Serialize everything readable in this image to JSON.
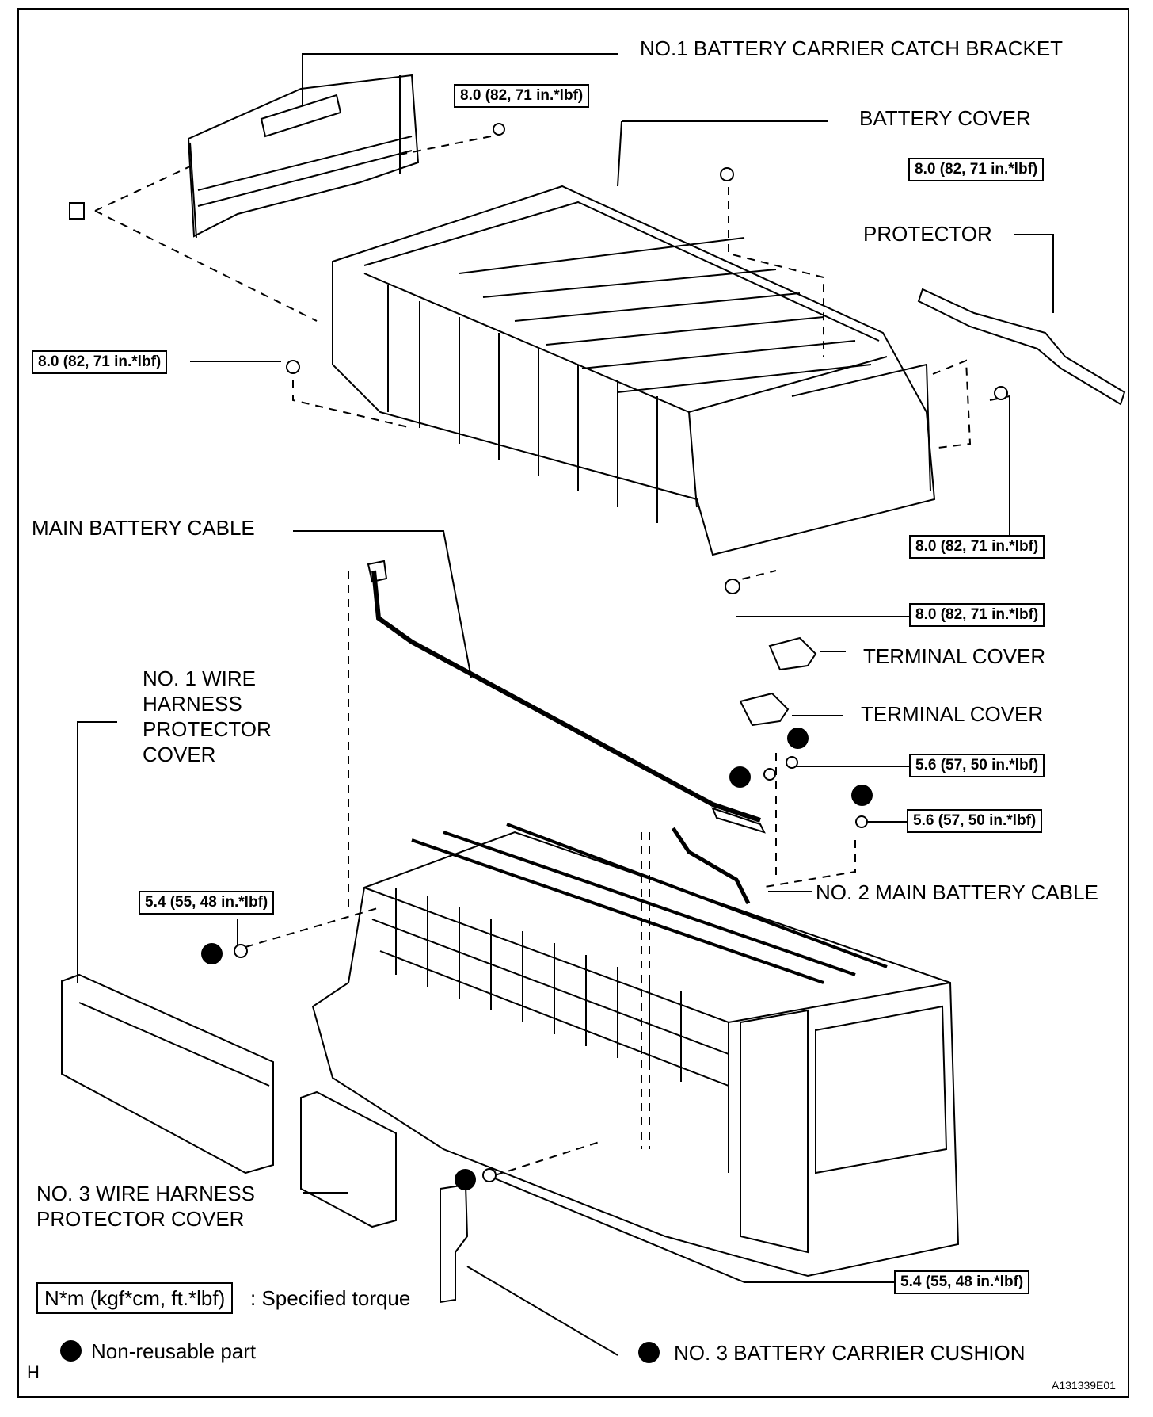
{
  "labels": {
    "battery_carrier_catch_bracket": "NO.1 BATTERY CARRIER CATCH BRACKET",
    "battery_cover": "BATTERY COVER",
    "protector": "PROTECTOR",
    "main_battery_cable": "MAIN BATTERY CABLE",
    "terminal_cover_1": "TERMINAL COVER",
    "terminal_cover_2": "TERMINAL COVER",
    "no1_wire_harness_protector_cover": "NO. 1 WIRE\nHARNESS\nPROTECTOR\nCOVER",
    "no2_main_battery_cable": "NO. 2 MAIN BATTERY CABLE",
    "no3_wire_harness_protector_cover": "NO. 3 WIRE HARNESS\nPROTECTOR COVER",
    "no3_battery_carrier_cushion": "NO. 3 BATTERY CARRIER CUSHION"
  },
  "torques": {
    "t_bracket_bolt": "8.0 (82, 71 in.*lbf)",
    "t_cover_top_right": "8.0 (82, 71 in.*lbf)",
    "t_cover_left": "8.0 (82, 71 in.*lbf)",
    "t_cover_right_lower": "8.0 (82, 71 in.*lbf)",
    "t_cover_front": "8.0 (82, 71 in.*lbf)",
    "t_terminal_nut_1": "5.6 (57, 50 in.*lbf)",
    "t_terminal_nut_2": "5.6 (57, 50 in.*lbf)",
    "t_cable_nut_left": "5.4 (55, 48 in.*lbf)",
    "t_cable_nut_bottom": "5.4 (55, 48 in.*lbf)"
  },
  "legend": {
    "torque_unit": "N*m (kgf*cm, ft.*lbf)",
    "torque_text": ": Specified torque",
    "nonreusable_text": "Non-reusable part"
  },
  "corner": {
    "letter": "H",
    "figure_id": "A131339E01"
  }
}
